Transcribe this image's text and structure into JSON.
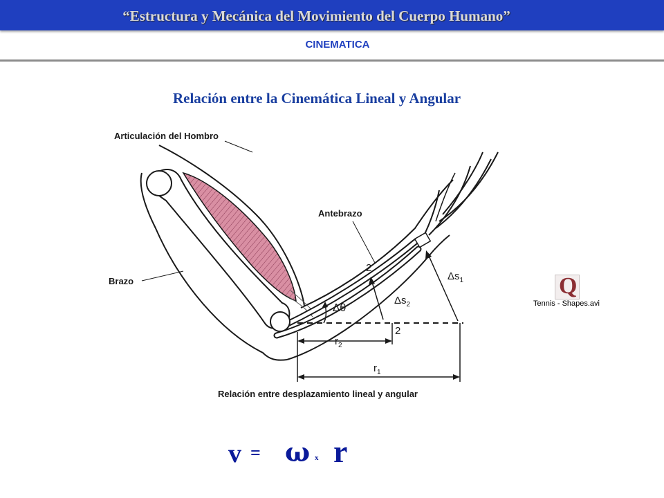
{
  "header": {
    "open_quote": "“",
    "title": "Estructura y Mecánica del Movimiento del Cuerpo Humano",
    "close_quote": "”"
  },
  "subheader": "CINEMATICA",
  "heading": "Relación entre la Cinemática Lineal y Angular",
  "diagram": {
    "labels": {
      "shoulder": "Articulación del Hombro",
      "forearm": "Antebrazo",
      "arm": "Brazo",
      "point2_upper": "2",
      "point2_lower": "2",
      "delta_theta": "Δθ",
      "delta_s2": "Δs",
      "delta_s2_sub": "2",
      "delta_s1": "Δs",
      "delta_s1_sub": "1",
      "r2": "r",
      "r2_sub": "2",
      "r1": "r",
      "r1_sub": "1",
      "caption": "Relación entre desplazamiento lineal y angular"
    }
  },
  "media": {
    "icon": "quicktime-icon",
    "icon_glyph": "Q",
    "caption": "Tennis - Shapes.avi"
  },
  "formula": {
    "v": "v",
    "equals": "=",
    "omega": "ω",
    "times": "x",
    "r": "r"
  },
  "colors": {
    "header_bg": "#1f3fbf",
    "heading_text": "#1a3fa0",
    "formula_text": "#0a1a9a",
    "muscle": "#d98fa3"
  }
}
